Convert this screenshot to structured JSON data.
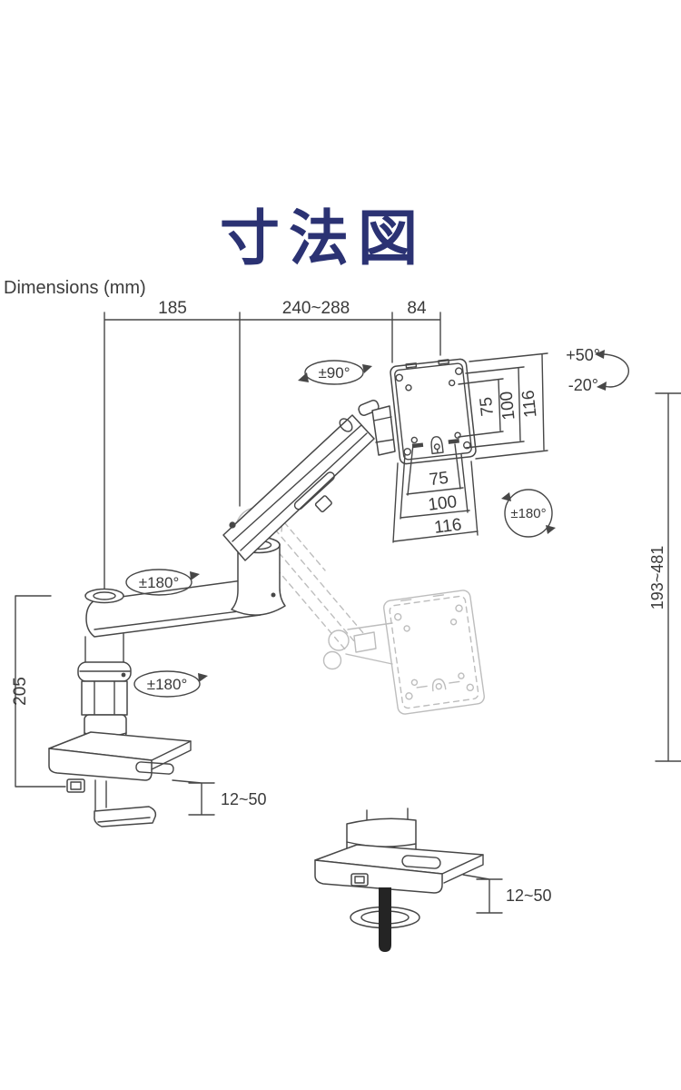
{
  "page": {
    "title": "寸法図",
    "units_label": "Dimensions (mm)"
  },
  "colors": {
    "title": "#2b3273",
    "line": "#474747",
    "ghost": "#bdbdbd",
    "text": "#3a3a3a",
    "bolt": "#242424",
    "background": "#ffffff"
  },
  "dimensions": {
    "arm_base_to_elbow": "185",
    "arm_reach": "240~288",
    "head_depth": "84",
    "pole_height": "205",
    "height_range": "193~481",
    "clamp_thickness": "12~50",
    "grommet_thickness": "12~50",
    "vesa_vertical": [
      "75",
      "100",
      "116"
    ],
    "vesa_horizontal": [
      "75",
      "100",
      "116"
    ]
  },
  "angles": {
    "head_swivel": "±90°",
    "tilt_up": "+50°",
    "tilt_down": "-20°",
    "vesa_rotation": "±180°",
    "elbow_swivel": "±180°",
    "base_swivel": "±180°"
  }
}
